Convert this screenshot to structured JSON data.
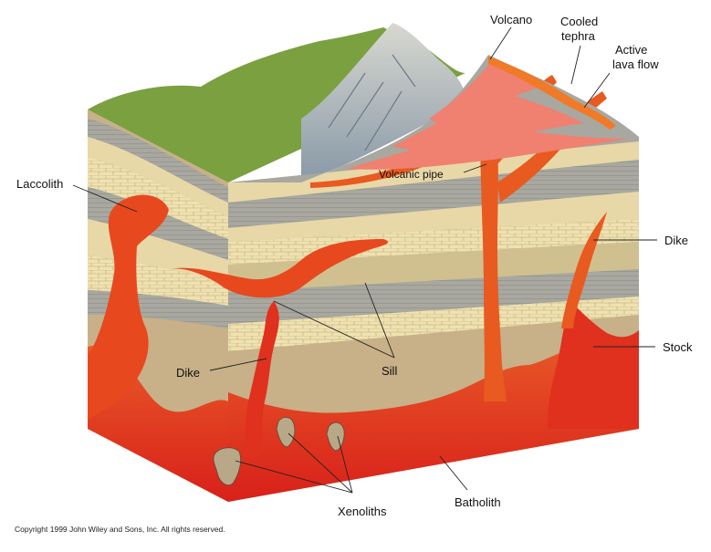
{
  "labels": {
    "volcano": "Volcano",
    "cooled_tephra_1": "Cooled",
    "cooled_tephra_2": "tephra",
    "active_lava_1": "Active",
    "active_lava_2": "lava flow",
    "laccolith": "Laccolith",
    "volcanic_pipe": "Volcanic pipe",
    "dike_right": "Dike",
    "stock": "Stock",
    "dike_left": "Dike",
    "sill": "Sill",
    "xenoliths": "Xenoliths",
    "batholith": "Batholith"
  },
  "copyright": "Copyright 1999 John Wiley and Sons, Inc. All rights reserved.",
  "colors": {
    "magma": "#e0301e",
    "magma_light": "#f0702a",
    "lava": "#f08030",
    "tephra_gray": "#a8a8a0",
    "tephra_pink": "#f08070",
    "sandstone": "#e8d8a8",
    "shale": "#9a9890",
    "tan": "#c8b088",
    "grass": "#7aa040"
  }
}
